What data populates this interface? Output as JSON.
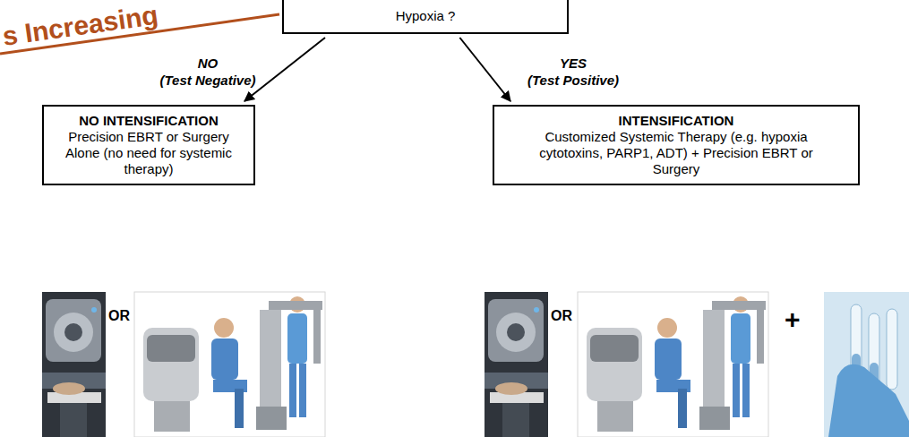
{
  "diagram": {
    "nodes": [
      {
        "text": [
          "Hypoxia ?"
        ]
      },
      {
        "text": [
          "NO INTENSIFICATION",
          "Precision EBRT or Surgery Alone (no need for systemic therapy)"
        ]
      },
      {
        "text": [
          "INTENSIFICATION",
          "Customized Systemic Therapy (e.g. hypoxia cytotoxins, PARP1, ADT) + Precision EBRT or Surgery"
        ]
      }
    ],
    "edges": [
      {
        "from": 0,
        "to": 1,
        "arrow": "to",
        "label": "NO"
      },
      {
        "from": 0,
        "to": 2,
        "arrow": "to",
        "label": "YES"
      }
    ],
    "labels": [
      "s Increasing",
      "(Test Negative)",
      "(Test Positive)",
      "OR",
      "OR",
      "+"
    ]
  }
}
